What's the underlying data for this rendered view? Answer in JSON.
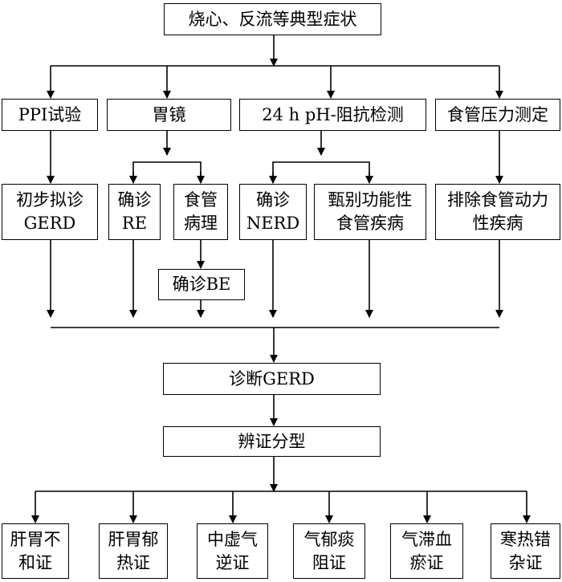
{
  "top": "烧心、反流等典型症状",
  "tests": {
    "ppi": "PPI试验",
    "endoscopy": "胃镜",
    "ph": "24 h pH-阻抗检测",
    "manometry": "食管压力测定"
  },
  "results": {
    "prelim_gerd": [
      "初步拟诊",
      "GERD"
    ],
    "confirm_re": [
      "确诊",
      "RE"
    ],
    "esophageal_pathology": [
      "食管",
      "病理"
    ],
    "confirm_be": "确诊BE",
    "confirm_nerd": [
      "确诊",
      "NERD"
    ],
    "functional": [
      "甄别功能性",
      "食管疾病"
    ],
    "motility": [
      "排除食管动力",
      "性疾病"
    ]
  },
  "diagnosis": "诊断GERD",
  "differentiation": "辨证分型",
  "syndromes": [
    [
      "肝胃不",
      "和证"
    ],
    [
      "肝胃郁",
      "热证"
    ],
    [
      "中虚气",
      "逆证"
    ],
    [
      "气郁痰",
      "阻证"
    ],
    [
      "气滞血",
      "瘀证"
    ],
    [
      "寒热错",
      "杂证"
    ]
  ]
}
